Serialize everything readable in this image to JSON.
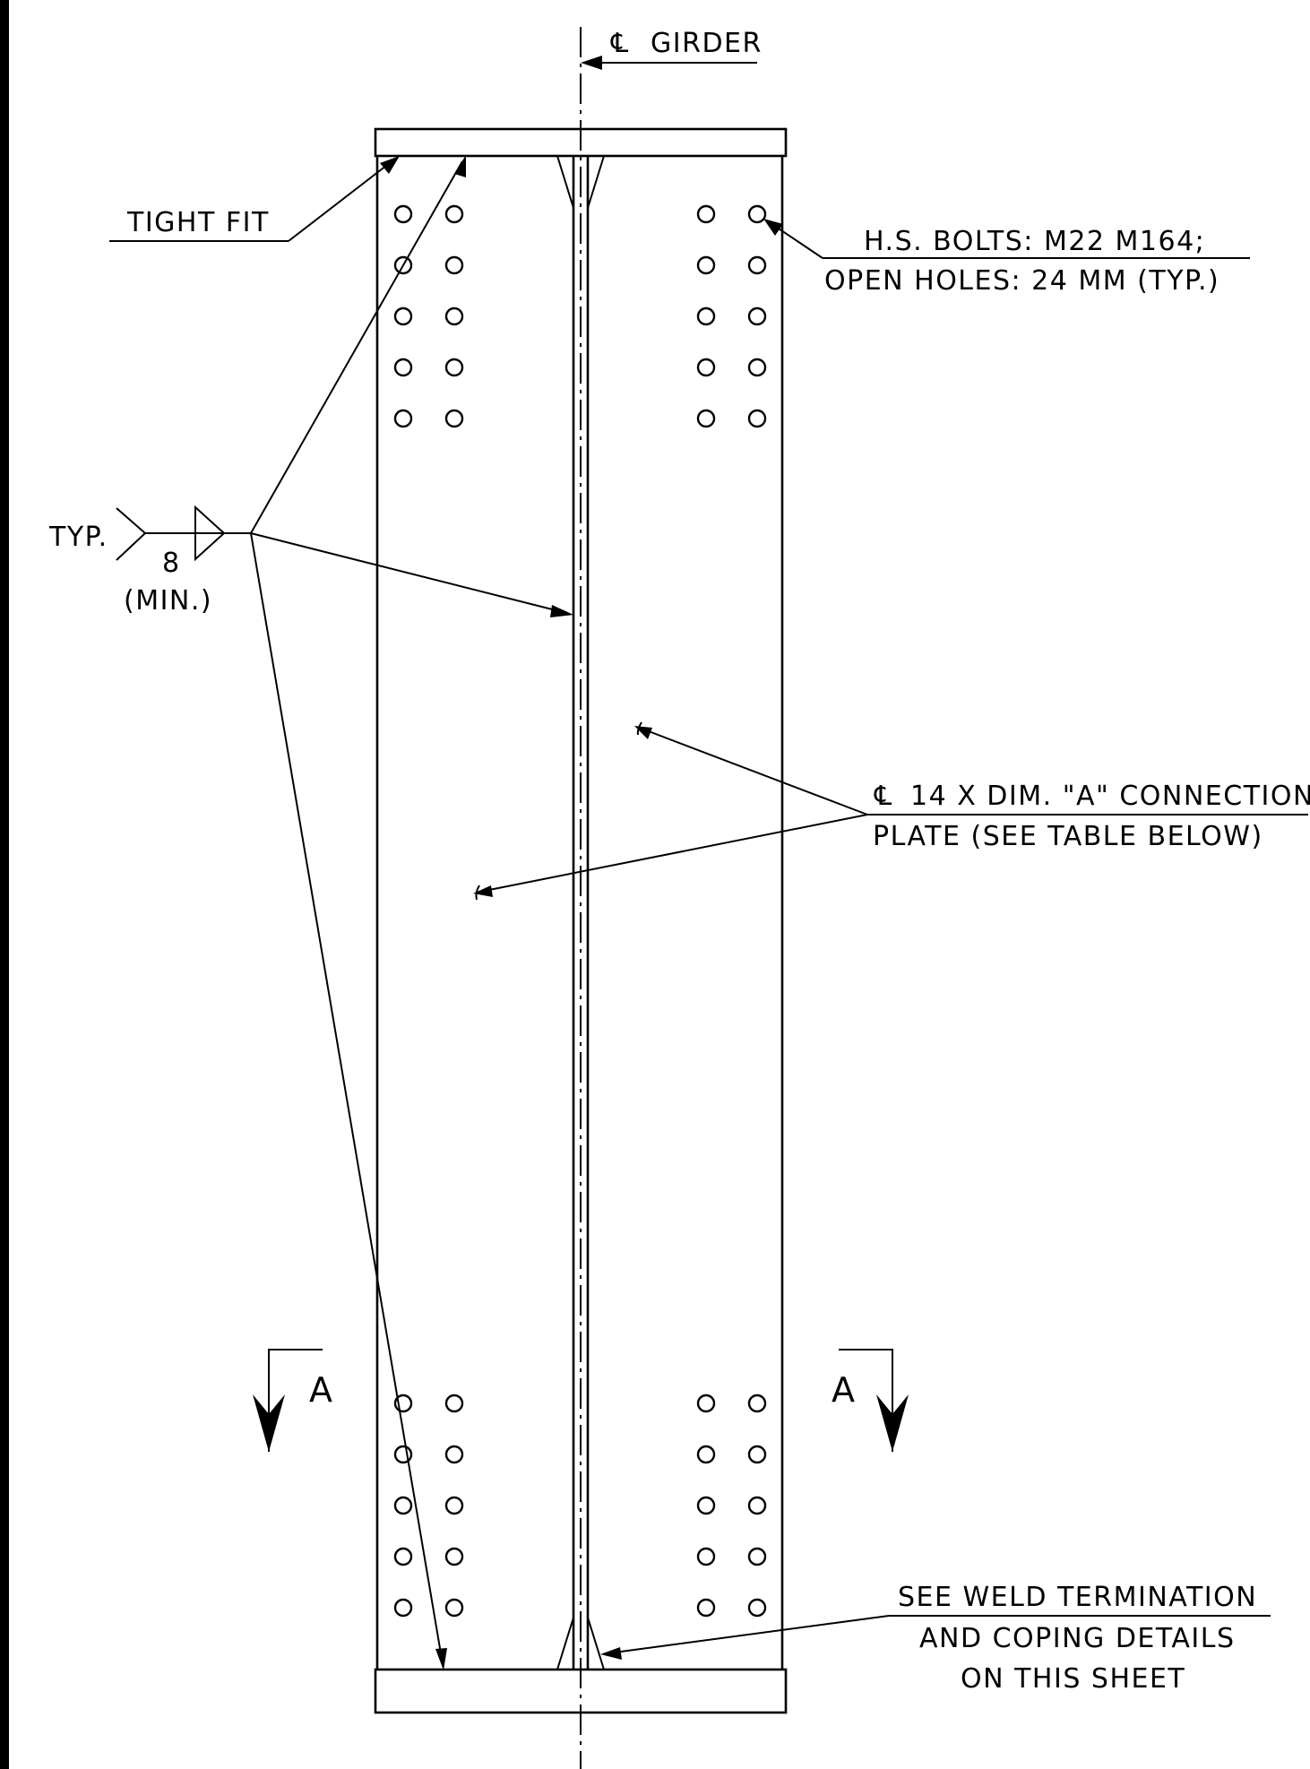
{
  "title_labels": {
    "centerline_symbol": "℄",
    "girder": "GIRDER"
  },
  "notes": {
    "tight_fit": "TIGHT FIT",
    "bolts_line1": "H.S. BOLTS: M22 M164;",
    "bolts_line2": "OPEN HOLES: 24 MM (TYP.)",
    "weld_typ": "TYP.",
    "weld_size": "8",
    "weld_min": "(MIN.)",
    "plate_symbol": "℄",
    "plate_line1": "14 X DIM. \"A\" CONNECTION",
    "plate_line2": "PLATE (SEE TABLE BELOW)",
    "weld_term_line1": "SEE WELD TERMINATION",
    "weld_term_line2": "AND COPING DETAILS",
    "weld_term_line3": "ON THIS SHEET"
  },
  "section_marks": {
    "left": "A",
    "right": "A"
  },
  "bolt_groups": {
    "rows_per_group": 5,
    "columns_per_group": 2,
    "groups": 4
  }
}
